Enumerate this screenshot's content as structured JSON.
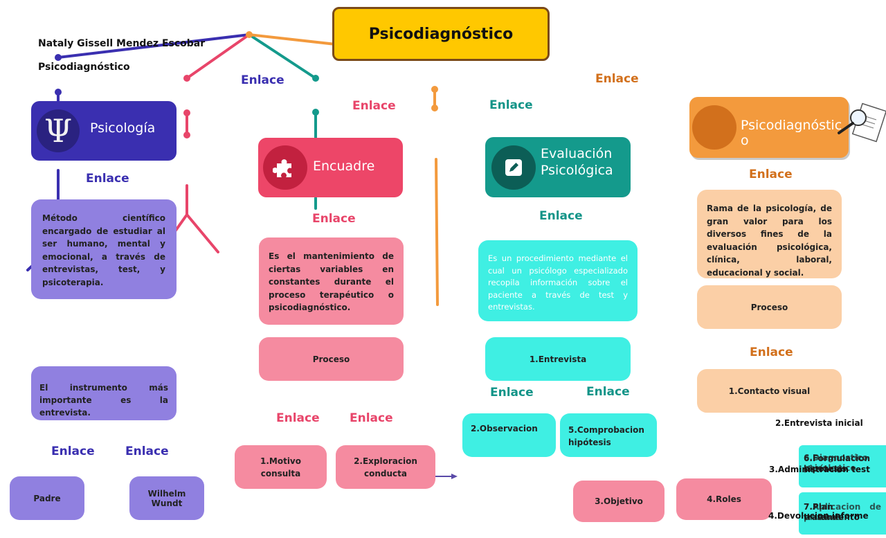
{
  "title": "Psicodiagnóstico",
  "author": "Nataly Gissell Mendez Escobar",
  "subtitle": "Psicodiagnóstico",
  "link_label": "Enlace",
  "colors": {
    "yellow": "#ffc800",
    "blue": "#3a2fb0",
    "pink": "#e8456a",
    "teal": "#149a8c",
    "orange": "#f39a3d"
  },
  "psicologia": {
    "header": "Psicología",
    "icon": "psi-icon",
    "definition": "Método científico encargado de estudiar al ser humano, mental y emocional, a través de entrevistas, test, y psicoterapia.",
    "instrument": "El instrumento más importante es la entrevista.",
    "padre": "Padre",
    "wundt": "Wilhelm Wundt"
  },
  "encuadre": {
    "header": "Encuadre",
    "icon": "puzzle-icon",
    "definition": "Es el mantenimiento de ciertas variables en constantes durante el proceso terapéutico o psicodiagnóstico.",
    "process": "Proceso",
    "step1": "1.Motivo consulta",
    "step2": "2.Exploracion conducta",
    "step3": "3.Objetivo",
    "step4": "4.Roles"
  },
  "evaluacion": {
    "header": "Evaluación Psicológica",
    "icon": "pencil-icon",
    "definition": "Es un procedimiento mediante el cual un psicólogo especializado recopila información sobre el paciente a través de test y entrevistas.",
    "step1": "1.Entrevista",
    "step2": "2.Observacion",
    "step5": "5.Comprobacion hipótesis",
    "step6": "6.Formulacion hipótesis",
    "step6b": "6.Diagnostico psicologico",
    "step7": "7.Plan tratamiento",
    "step7b": "7.Aplicacion de pruebas"
  },
  "psicodiagnostico": {
    "header": "Psicodiagnóstico",
    "icon": "magnifier-document-icon",
    "definition": "Rama de la psicología, de gran valor para los diversos fines de la evaluación psicológica, clínica, laboral, educacional y social.",
    "process": "Proceso",
    "step1": "1.Contacto visual",
    "step2": "2.Entrevista inicial",
    "step3": "3.Administracion test",
    "step4": "4.Devolucion informe"
  }
}
